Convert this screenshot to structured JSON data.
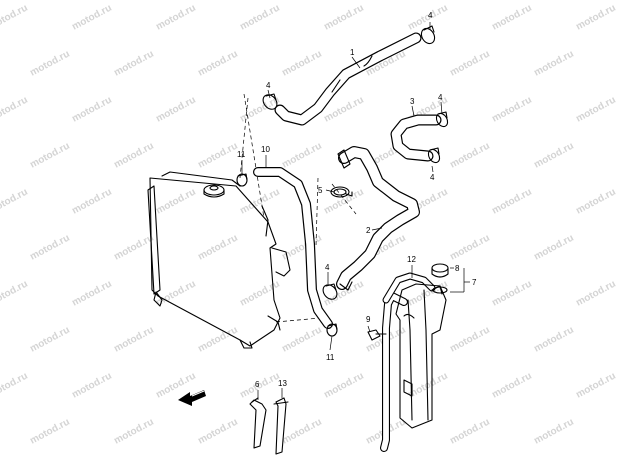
{
  "watermark": {
    "text": "motod.ru"
  },
  "callouts": [
    {
      "id": "c1",
      "label": "1"
    },
    {
      "id": "c2",
      "label": "2"
    },
    {
      "id": "c3",
      "label": "3"
    },
    {
      "id": "c4a",
      "label": "4"
    },
    {
      "id": "c4b",
      "label": "4"
    },
    {
      "id": "c4c",
      "label": "4"
    },
    {
      "id": "c4d",
      "label": "4"
    },
    {
      "id": "c4e",
      "label": "4"
    },
    {
      "id": "c5",
      "label": "5"
    },
    {
      "id": "c6",
      "label": "6"
    },
    {
      "id": "c7",
      "label": "7"
    },
    {
      "id": "c8",
      "label": "8"
    },
    {
      "id": "c9",
      "label": "9"
    },
    {
      "id": "c10",
      "label": "10"
    },
    {
      "id": "c11a",
      "label": "11"
    },
    {
      "id": "c11b",
      "label": "11"
    },
    {
      "id": "c12",
      "label": "12"
    },
    {
      "id": "c13",
      "label": "13"
    }
  ]
}
